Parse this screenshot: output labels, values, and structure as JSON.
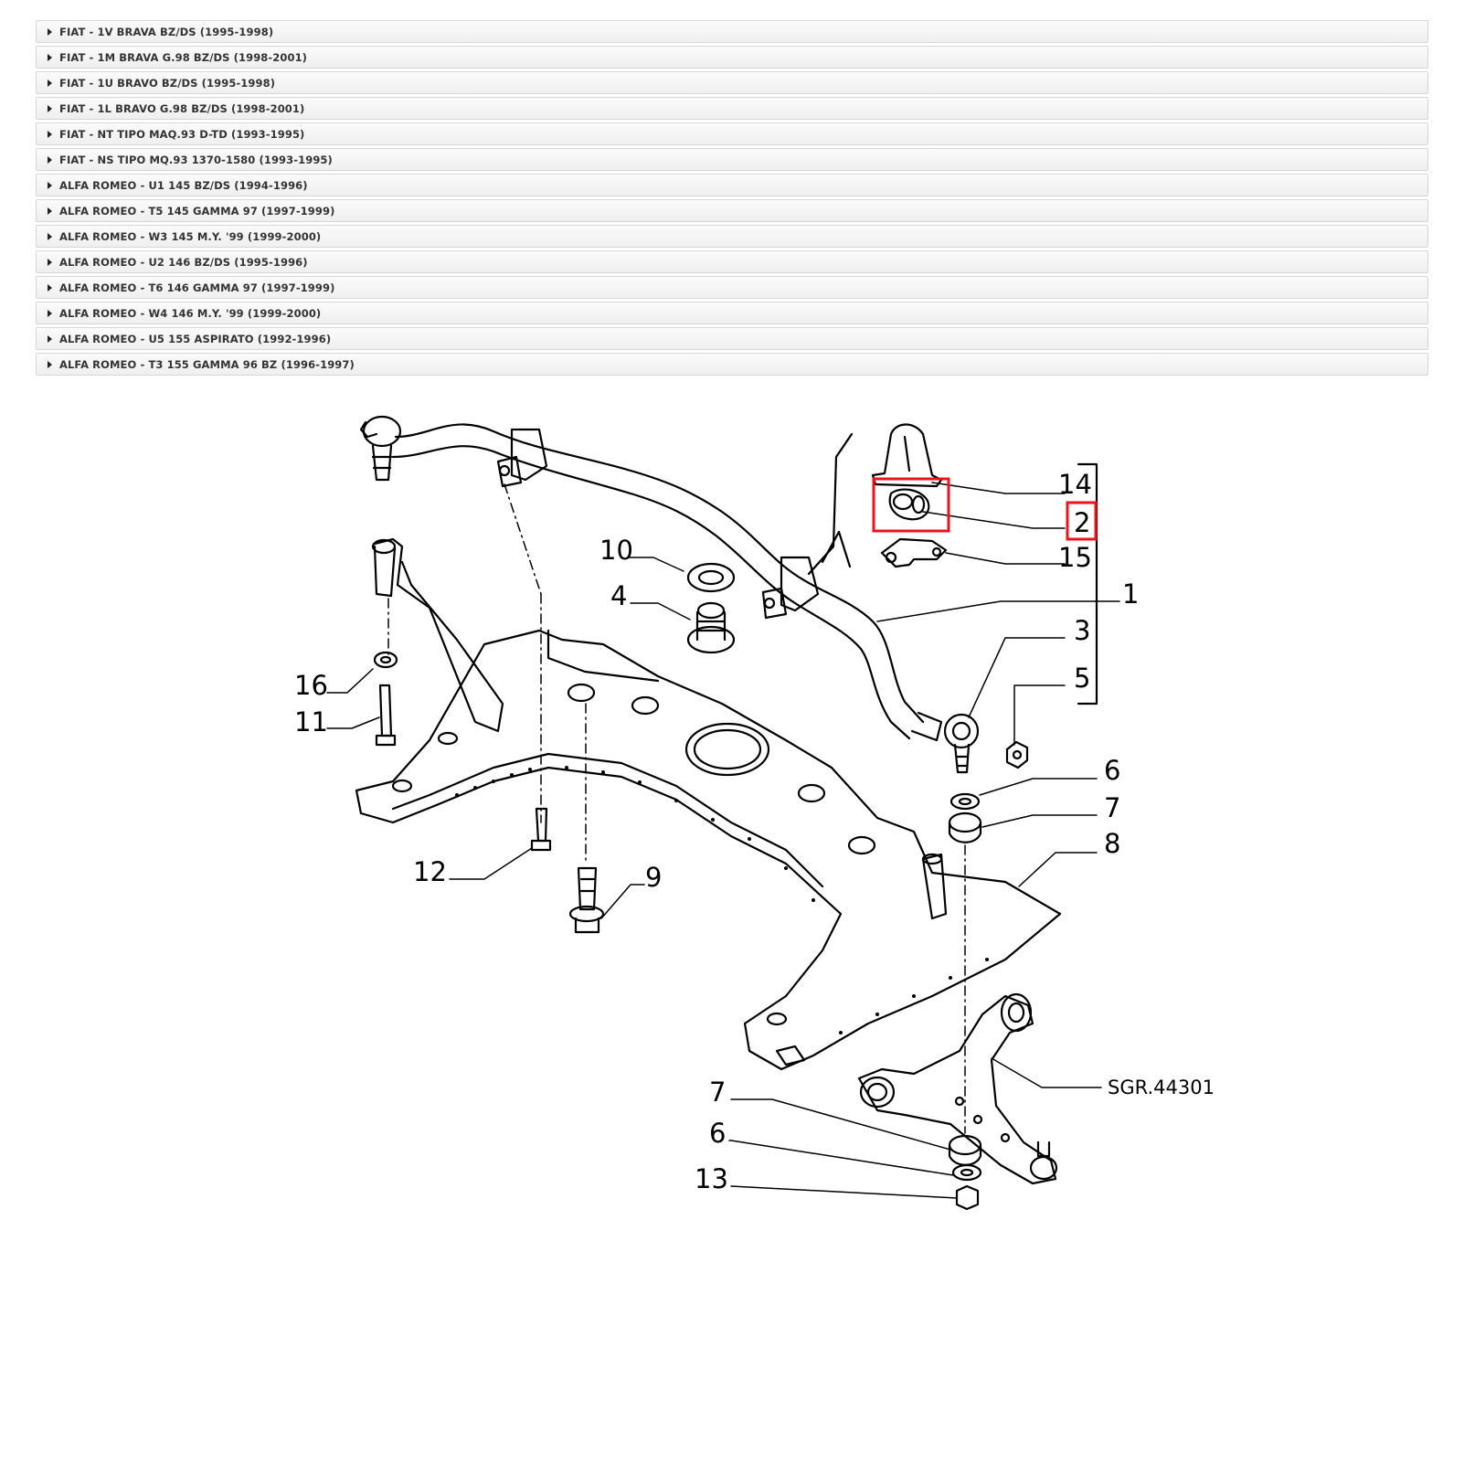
{
  "models": [
    "FIAT - 1V BRAVA BZ/DS (1995-1998)",
    "FIAT - 1M BRAVA G.98 BZ/DS (1998-2001)",
    "FIAT - 1U BRAVO BZ/DS (1995-1998)",
    "FIAT - 1L BRAVO G.98 BZ/DS (1998-2001)",
    "FIAT - NT TIPO MAQ.93 D-TD (1993-1995)",
    "FIAT - NS TIPO MQ.93 1370-1580 (1993-1995)",
    "ALFA ROMEO - U1 145 BZ/DS (1994-1996)",
    "ALFA ROMEO - T5 145 GAMMA 97 (1997-1999)",
    "ALFA ROMEO - W3 145 M.Y. '99 (1999-2000)",
    "ALFA ROMEO - U2 146 BZ/DS (1995-1996)",
    "ALFA ROMEO - T6 146 GAMMA 97 (1997-1999)",
    "ALFA ROMEO - W4 146 M.Y. '99 (1999-2000)",
    "ALFA ROMEO - U5 155 ASPIRATO (1992-1996)",
    "ALFA ROMEO - T3 155 GAMMA 96 BZ (1996-1997)"
  ],
  "diagram": {
    "ref_code": "SGR.44301",
    "highlighted_part": "2",
    "highlight_color": "#e8141e",
    "callouts": {
      "c1": "1",
      "c2": "2",
      "c3": "3",
      "c4": "4",
      "c5": "5",
      "c6a": "6",
      "c6b": "6",
      "c7a": "7",
      "c7b": "7",
      "c8": "8",
      "c9": "9",
      "c10": "10",
      "c11": "11",
      "c12": "12",
      "c13": "13",
      "c14": "14",
      "c15": "15",
      "c16": "16"
    }
  }
}
